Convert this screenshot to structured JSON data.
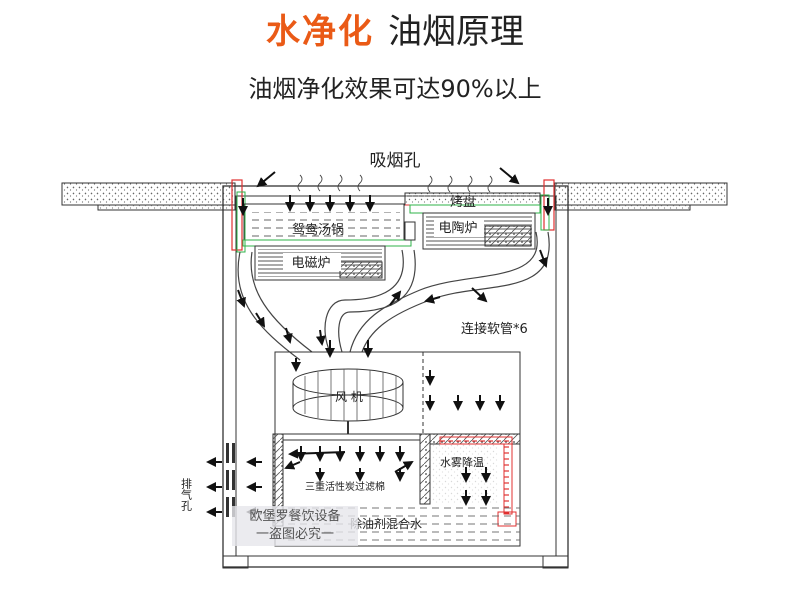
{
  "header": {
    "title_highlight": "水净化",
    "title_rest": "油烟原理",
    "subtitle": "油烟净化效果可达90%以上"
  },
  "labels": {
    "intake": "吸烟孔",
    "grill": "烤盘",
    "pot": "鸳鸯汤锅",
    "ceramic": "电陶炉",
    "induction": "电磁炉",
    "hose": "连接软管*6",
    "fan": "风    机",
    "mist": "水雾降温",
    "filter": "三重活性炭过滤棉",
    "liquid": "除油剂混合水",
    "exhaust": "排气孔"
  },
  "watermark": {
    "line1": "欧堡罗餐饮设备",
    "line2": "一盗图必究一"
  },
  "colors": {
    "accent": "#ea5a16",
    "pipe_red": "#e03030",
    "pipe_green": "#2fb34a",
    "line": "#333333"
  }
}
